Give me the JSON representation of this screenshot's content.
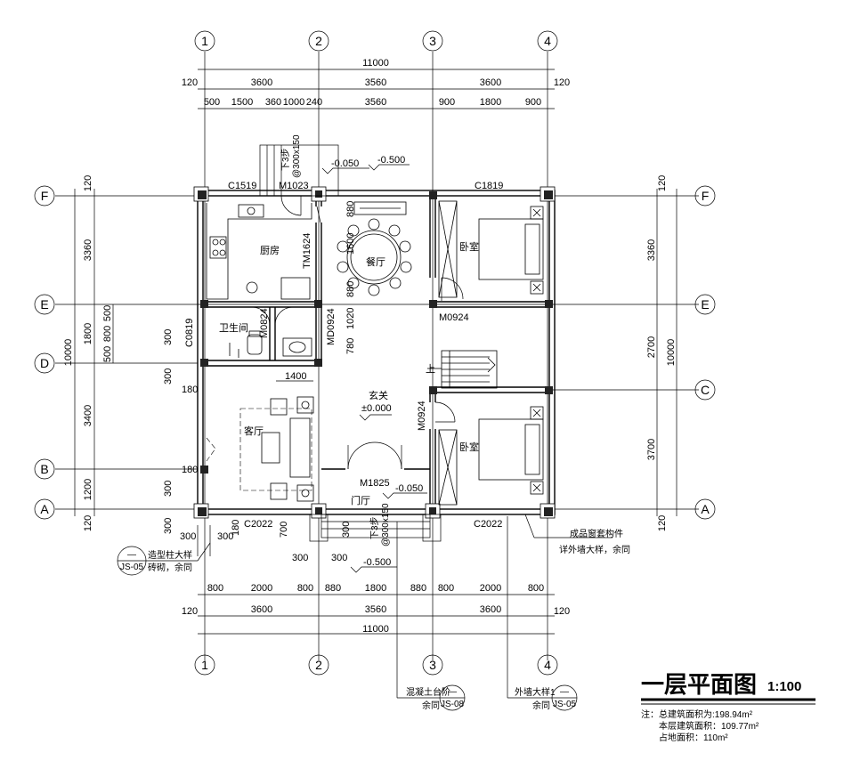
{
  "dimensions": {
    "top_total": "11000",
    "top_end": "120",
    "top_mid": [
      "3600",
      "3560",
      "3600"
    ],
    "top_detail": [
      "500",
      "1500",
      "360",
      "1000",
      "240",
      "3560",
      "900",
      "1800",
      "900"
    ],
    "bottom_total": "11000",
    "bottom_end": "120",
    "bottom_mid": [
      "3600",
      "3560",
      "3600"
    ],
    "bottom_detail": [
      "800",
      "2000",
      "800",
      "880",
      "1800",
      "880",
      "800",
      "2000",
      "800"
    ],
    "left_total": "10000",
    "left_parts": [
      "3360",
      "1800",
      "3400",
      "1200"
    ],
    "left_small": [
      "500",
      "800",
      "500"
    ],
    "left_side": [
      "120",
      "120"
    ],
    "right_total": "10000",
    "right_parts": [
      "3360",
      "2700",
      "3700"
    ],
    "right_side": [
      "120",
      "120"
    ],
    "misc": [
      "300",
      "300",
      "180",
      "180",
      "300",
      "300",
      "300",
      "180",
      "700",
      "300",
      "300",
      "300",
      "1400",
      "1600",
      "880",
      "880",
      "1020",
      "780",
      "300"
    ]
  },
  "axes": {
    "numeric": [
      "1",
      "2",
      "3",
      "4"
    ],
    "letters_left": [
      "F",
      "E",
      "D",
      "B",
      "A"
    ],
    "letters_right": [
      "F",
      "E",
      "C",
      "A"
    ]
  },
  "rooms": {
    "kitchen": "厨房",
    "dining": "餐厅",
    "bedroom_top": "卧室",
    "bedroom_bottom": "卧室",
    "bathroom": "卫生间",
    "living": "客厅",
    "foyer": "玄关",
    "foyer_level": "±0.000",
    "porch": "门厅",
    "stair_up": "上"
  },
  "openings": {
    "c1519": "C1519",
    "m1023": "M1023",
    "c1819": "C1819",
    "tm1624": "TM1624",
    "m0924_top": "M0924",
    "m0824": "M0824",
    "md0924": "MD0924",
    "c0819": "C0819",
    "m0924_mid": "M0924",
    "m1825": "M1825",
    "c2022_left": "C2022",
    "c2022_right": "C2022"
  },
  "levels": {
    "top_step": "-0.050",
    "top_ground": "-0.500",
    "porch_step": "-0.050",
    "bottom_ground": "-0.500"
  },
  "steps": {
    "top_label": "下3步",
    "top_spec": "@300x150",
    "bottom_label": "下3步",
    "bottom_spec": "@300x150"
  },
  "notes": {
    "column_detail_line1": "造型柱大样",
    "column_detail_line2": "砖砌，余同",
    "window_detail_line1": "成品窗套构件",
    "window_detail_line2": "详外墙大样，余同",
    "concrete_step_line1": "混凝土台阶",
    "concrete_step_line2": "余同",
    "wall_detail_line1": "外墙大样1",
    "wall_detail_line2": "余同",
    "ref_dash": "—",
    "ref_sheet": "JS-05",
    "ref_sheet_b": "JS-08",
    "ref_sheet_c": "JS-05"
  },
  "title": {
    "main": "一层平面图",
    "scale": "1:100"
  },
  "area_notes": {
    "total": "注：总建筑面积为:198.94m²",
    "floor": "本层建筑面积：109.77m²",
    "site": "占地面积：110m²"
  }
}
